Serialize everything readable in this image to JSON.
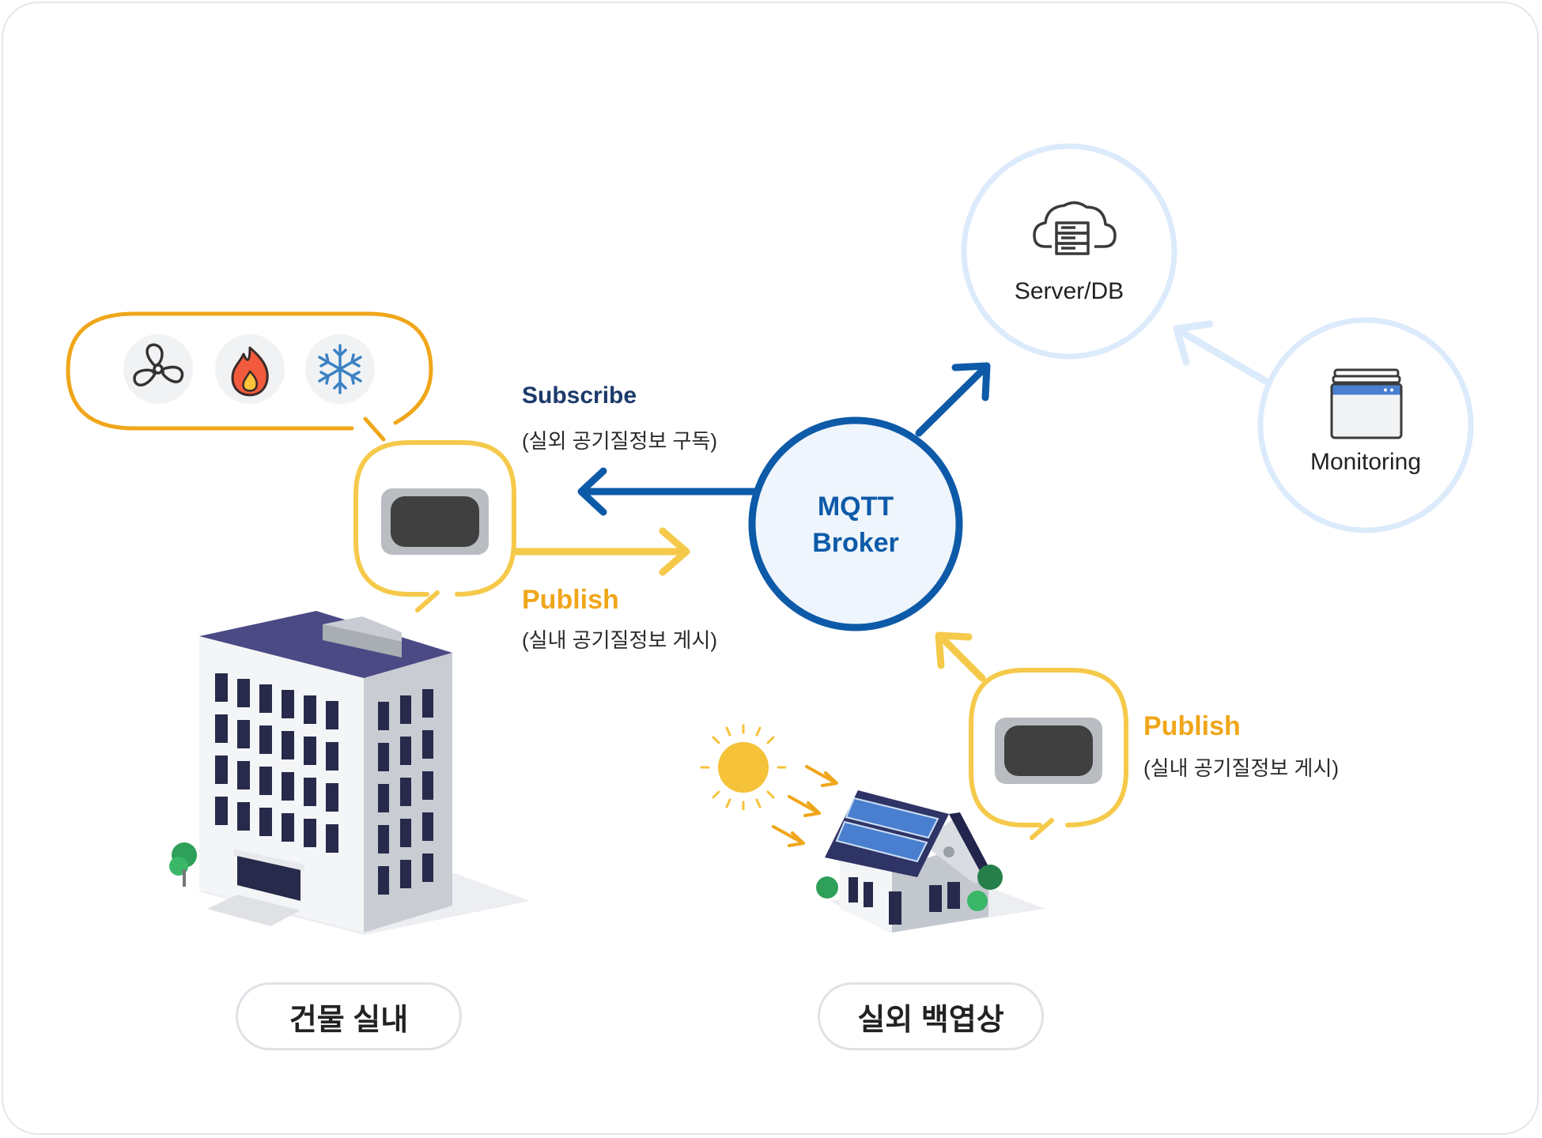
{
  "diagram": {
    "subscribe": {
      "title": "Subscribe",
      "note": "(실외 공기질정보 구독)"
    },
    "publish_indoor": {
      "title": "Publish",
      "note": "(실내 공기질정보 게시)"
    },
    "publish_outdoor": {
      "title": "Publish",
      "note": "(실내 공기질정보 게시)"
    },
    "broker": {
      "line1": "MQTT",
      "line2": "Broker"
    },
    "server": {
      "label": "Server/DB",
      "icon": "cloud-server-icon"
    },
    "monitoring": {
      "label": "Monitoring",
      "icon": "browser-window-icon"
    },
    "devices": {
      "icons": [
        "fan-icon",
        "fire-icon",
        "snowflake-icon"
      ]
    },
    "locations": {
      "indoor": "건물 실내",
      "outdoor": "실외 백엽상"
    },
    "colors": {
      "accent_blue": "#0d5aa8",
      "light_blue": "#dcebfb",
      "yellow": "#f5c94a",
      "orange": "#f0a61a"
    }
  }
}
